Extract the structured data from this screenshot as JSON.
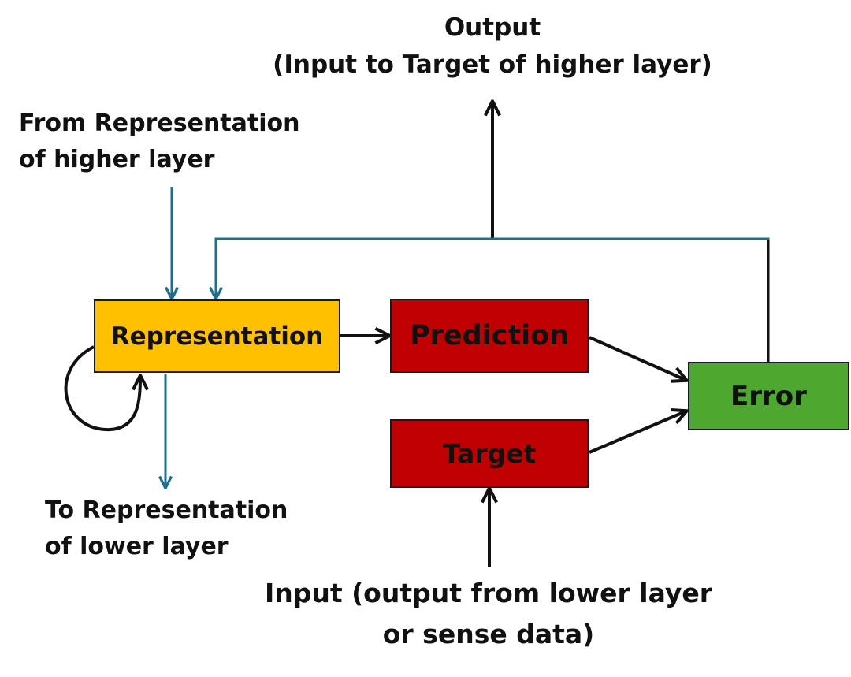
{
  "labels": {
    "output_line1": "Output",
    "output_line2": "(Input to Target of higher layer)",
    "from_rep_line1": "From Representation",
    "from_rep_line2": "of higher layer",
    "to_rep_line1": "To Representation",
    "to_rep_line2": "of lower layer",
    "input_line1": "Input (output from lower layer",
    "input_line2": "or sense data)"
  },
  "boxes": {
    "representation": "Representation",
    "prediction": "Prediction",
    "target": "Target",
    "error": "Error"
  },
  "colors": {
    "representation_fill": "#FFC000",
    "prediction_fill": "#C00000",
    "target_fill": "#C00000",
    "error_fill": "#4EA72E",
    "dark_arrow": "#111111",
    "teal_arrow": "#1F6E8C",
    "box_text_dark": "#111111"
  }
}
